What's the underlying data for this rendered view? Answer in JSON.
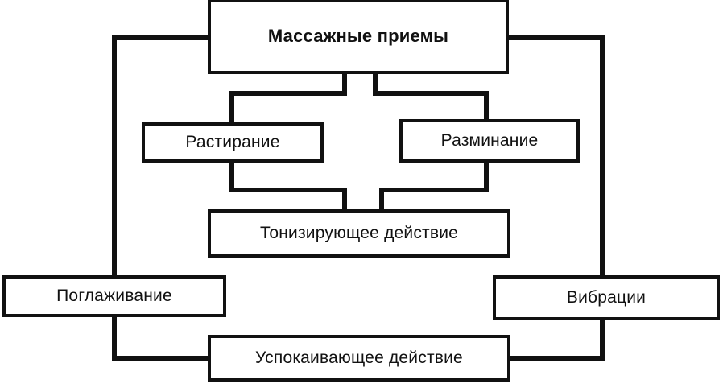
{
  "diagram": {
    "root": "Массажные приемы",
    "rubbing": "Растирание",
    "kneading": "Разминание",
    "toning_effect": "Тонизирующее действие",
    "stroking": "Поглаживание",
    "vibrations": "Вибрации",
    "calming_effect": "Успокаивающее действие"
  },
  "colors": {
    "line": "#111111",
    "background": "#ffffff"
  }
}
